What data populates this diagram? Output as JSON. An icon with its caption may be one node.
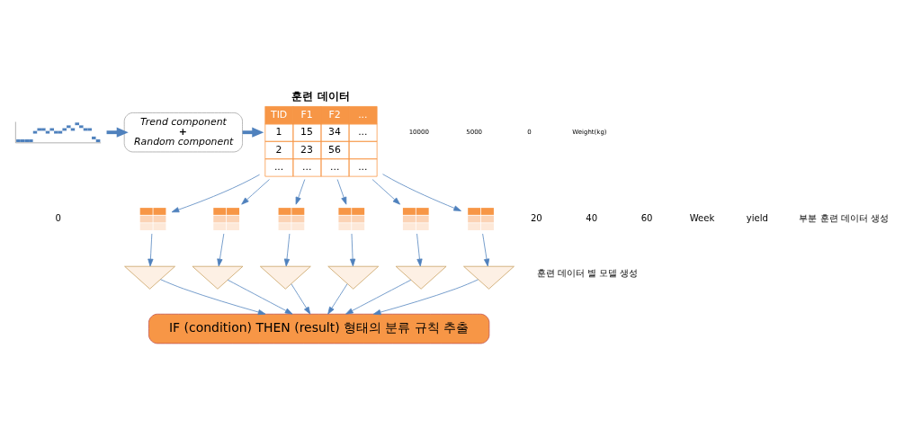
{
  "diagram": {
    "nodes": [
      {
        "text": [],
        "shape": "picture"
      },
      {
        "text": [
          "Trend component",
          "+",
          "Random component"
        ]
      },
      {
        "text": [
          "훈련 데이터",
          "TID",
          "F1",
          "F2",
          "...",
          "1",
          "15",
          "34",
          "...",
          "2",
          "23",
          "56",
          "...",
          "...",
          "...",
          "..."
        ]
      },
      {
        "text": [],
        "shape": "box"
      },
      {
        "text": [],
        "shape": "box"
      },
      {
        "text": [],
        "shape": "box"
      },
      {
        "text": [],
        "shape": "box"
      },
      {
        "text": [],
        "shape": "box"
      },
      {
        "text": [],
        "shape": "box"
      },
      {
        "text": [],
        "shape": "picture"
      },
      {
        "text": [],
        "shape": "picture"
      },
      {
        "text": [],
        "shape": "picture"
      },
      {
        "text": [],
        "shape": "picture"
      },
      {
        "text": [],
        "shape": "picture"
      },
      {
        "text": [],
        "shape": "picture"
      },
      {
        "text": [
          "IF (condition) THEN (result) 형태의 분류 규칙 추출"
        ]
      }
    ],
    "edges": [
      {
        "from": 0,
        "to": 1,
        "arrow": "to",
        "style": "thick"
      },
      {
        "from": 1,
        "to": 2,
        "arrow": "to",
        "style": "thick"
      },
      {
        "from": 2,
        "to": 3,
        "arrow": "to"
      },
      {
        "from": 2,
        "to": 4,
        "arrow": "to"
      },
      {
        "from": 2,
        "to": 5,
        "arrow": "to"
      },
      {
        "from": 2,
        "to": 6,
        "arrow": "to"
      },
      {
        "from": 2,
        "to": 7,
        "arrow": "to"
      },
      {
        "from": 2,
        "to": 8,
        "arrow": "to"
      },
      {
        "from": 3,
        "to": 9,
        "arrow": "to"
      },
      {
        "from": 4,
        "to": 10,
        "arrow": "to"
      },
      {
        "from": 5,
        "to": 11,
        "arrow": "to"
      },
      {
        "from": 6,
        "to": 12,
        "arrow": "to"
      },
      {
        "from": 7,
        "to": 13,
        "arrow": "to"
      },
      {
        "from": 8,
        "to": 14,
        "arrow": "to"
      },
      {
        "from": 9,
        "to": 15,
        "arrow": "to"
      },
      {
        "from": 10,
        "to": 15,
        "arrow": "to"
      },
      {
        "from": 11,
        "to": 15,
        "arrow": "to"
      },
      {
        "from": 12,
        "to": 15,
        "arrow": "to"
      },
      {
        "from": 13,
        "to": 15,
        "arrow": "to"
      },
      {
        "from": 14,
        "to": 15,
        "arrow": "to"
      }
    ],
    "labels": [
      "10000",
      "5000",
      "0",
      "0",
      "20",
      "40",
      "60",
      "Weight(kg)",
      "Week",
      "yield",
      "부분 훈련 데이터 생성",
      "훈련 데이터 별 모델 생성"
    ]
  }
}
